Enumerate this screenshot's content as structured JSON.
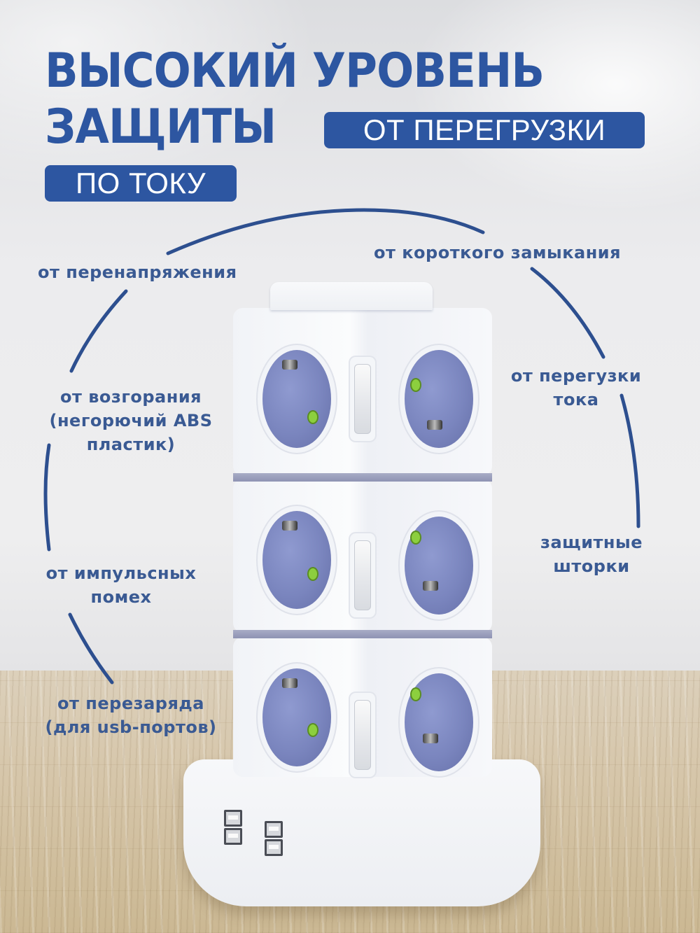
{
  "colors": {
    "brand_blue": "#2d56a1",
    "feature_text": "#3a5a93",
    "badge_text": "#ffffff",
    "socket_blue": "#7a85be",
    "indicator_green": "#8ccf3e"
  },
  "headline": {
    "line1": "ВЫСОКИЙ УРОВЕНЬ",
    "line2": "ЗАЩИТЫ",
    "badge1": "ОТ ПЕРЕГРУЗКИ",
    "badge2": "ПО ТОКУ"
  },
  "features": {
    "left": [
      {
        "lines": [
          "от перенапряжения"
        ]
      },
      {
        "lines": [
          "от возгорания",
          "(негорючий ABS",
          "пластик)"
        ]
      },
      {
        "lines": [
          "от импульсных",
          "помех"
        ]
      },
      {
        "lines": [
          "от перезаряда",
          "(для usb-портов)"
        ]
      }
    ],
    "right": [
      {
        "lines": [
          "от короткого замыкания"
        ]
      },
      {
        "lines": [
          "от перегузки",
          "тока"
        ]
      },
      {
        "lines": [
          "защитные",
          "шторки"
        ]
      }
    ]
  },
  "product": {
    "name": "power-strip-tower",
    "tiers": 3,
    "sockets_visible": 6,
    "switches_visible": 3,
    "usb_ports_visible": 4
  }
}
